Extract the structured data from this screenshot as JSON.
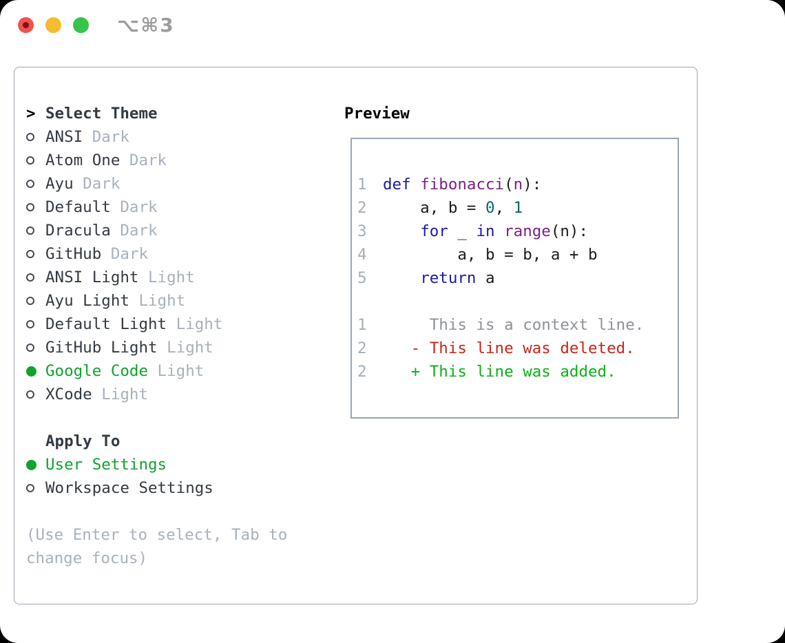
{
  "titlebar": {
    "shortcut": "⌥⌘3",
    "buttons": [
      "close",
      "minimize",
      "zoom"
    ]
  },
  "theme_picker": {
    "prompt": ">",
    "title": "Select Theme",
    "themes": [
      {
        "name": "ANSI",
        "tag": "Dark",
        "selected": false
      },
      {
        "name": "Atom One",
        "tag": "Dark",
        "selected": false
      },
      {
        "name": "Ayu",
        "tag": "Dark",
        "selected": false
      },
      {
        "name": "Default",
        "tag": "Dark",
        "selected": false
      },
      {
        "name": "Dracula",
        "tag": "Dark",
        "selected": false
      },
      {
        "name": "GitHub",
        "tag": "Dark",
        "selected": false
      },
      {
        "name": "ANSI Light",
        "tag": "Light",
        "selected": false
      },
      {
        "name": "Ayu Light",
        "tag": "Light",
        "selected": false
      },
      {
        "name": "Default Light",
        "tag": "Light",
        "selected": false
      },
      {
        "name": "GitHub Light",
        "tag": "Light",
        "selected": false
      },
      {
        "name": "Google Code",
        "tag": "Light",
        "selected": true
      },
      {
        "name": "XCode",
        "tag": "Light",
        "selected": false
      }
    ],
    "apply_to": {
      "label": "Apply To",
      "options": [
        {
          "name": "User Settings",
          "selected": true
        },
        {
          "name": "Workspace Settings",
          "selected": false
        }
      ]
    },
    "hint_lines": [
      "(Use Enter to select, Tab to",
      "change focus)"
    ]
  },
  "preview": {
    "label": "Preview",
    "lines": [
      {
        "ln": "1",
        "tokens": [
          [
            "k",
            "def"
          ],
          [
            "p",
            " "
          ],
          [
            "f",
            "fibonacci"
          ],
          [
            "p",
            "("
          ],
          [
            "f",
            "n"
          ],
          [
            "p",
            "):"
          ]
        ]
      },
      {
        "ln": "2",
        "tokens": [
          [
            "p",
            "    a, b = "
          ],
          [
            "n",
            "0"
          ],
          [
            "p",
            ", "
          ],
          [
            "n",
            "1"
          ]
        ]
      },
      {
        "ln": "3",
        "tokens": [
          [
            "p",
            "    "
          ],
          [
            "k",
            "for"
          ],
          [
            "p",
            " _ "
          ],
          [
            "k",
            "in"
          ],
          [
            "p",
            " "
          ],
          [
            "f",
            "range"
          ],
          [
            "p",
            "(n):"
          ]
        ]
      },
      {
        "ln": "4",
        "tokens": [
          [
            "p",
            "        a, b = b, a + b"
          ]
        ]
      },
      {
        "ln": "5",
        "tokens": [
          [
            "p",
            "    "
          ],
          [
            "k",
            "return"
          ],
          [
            "p",
            " a"
          ]
        ]
      },
      {
        "ln": "",
        "tokens": []
      },
      {
        "ln": "1",
        "tokens": [
          [
            "c",
            "     This is a context line."
          ]
        ]
      },
      {
        "ln": "2",
        "tokens": [
          [
            "d",
            "   - This line was deleted."
          ]
        ]
      },
      {
        "ln": "2",
        "tokens": [
          [
            "a",
            "   + This line was added."
          ]
        ]
      }
    ]
  },
  "colors": {
    "selection_green": "#10a32d",
    "keyword_navy": "#1a1aa8",
    "title_purple": "#7e1f8a",
    "number_teal": "#066666",
    "deleted_red": "#c9251a",
    "added_green": "#0db014",
    "tag_gray": "#a8b1bc",
    "border_gray": "#9aa5b2",
    "traffic_red": "#ef5350",
    "traffic_yellow": "#f7bb32",
    "traffic_green": "#36c449"
  }
}
